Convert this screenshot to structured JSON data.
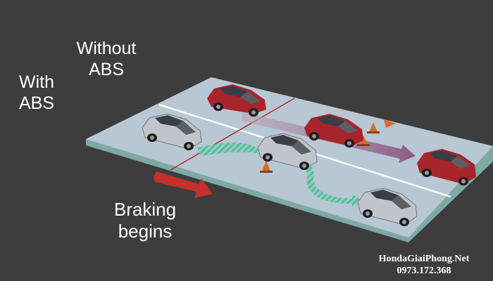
{
  "labels": {
    "without_abs": [
      "Without",
      "ABS"
    ],
    "with_abs": [
      "With",
      "ABS"
    ],
    "braking_begins": [
      "Braking",
      "begins"
    ]
  },
  "watermark": {
    "site": "HondaGiaiPhong.Net",
    "phone": "0973.172.368"
  },
  "colors": {
    "background": "#3d3d3d",
    "road": "#b8c7d4",
    "road_edge": "#7fa9a3",
    "lane_line": "#ffffff",
    "abs_car": "#bfc5ca",
    "no_abs_car": "#a8242b",
    "abs_path": "#5fb8a0",
    "no_abs_path": "#9b6b8f",
    "braking_arrow": "#c4302b",
    "braking_line": "#b02a2a",
    "cone": "#d86a2a"
  }
}
